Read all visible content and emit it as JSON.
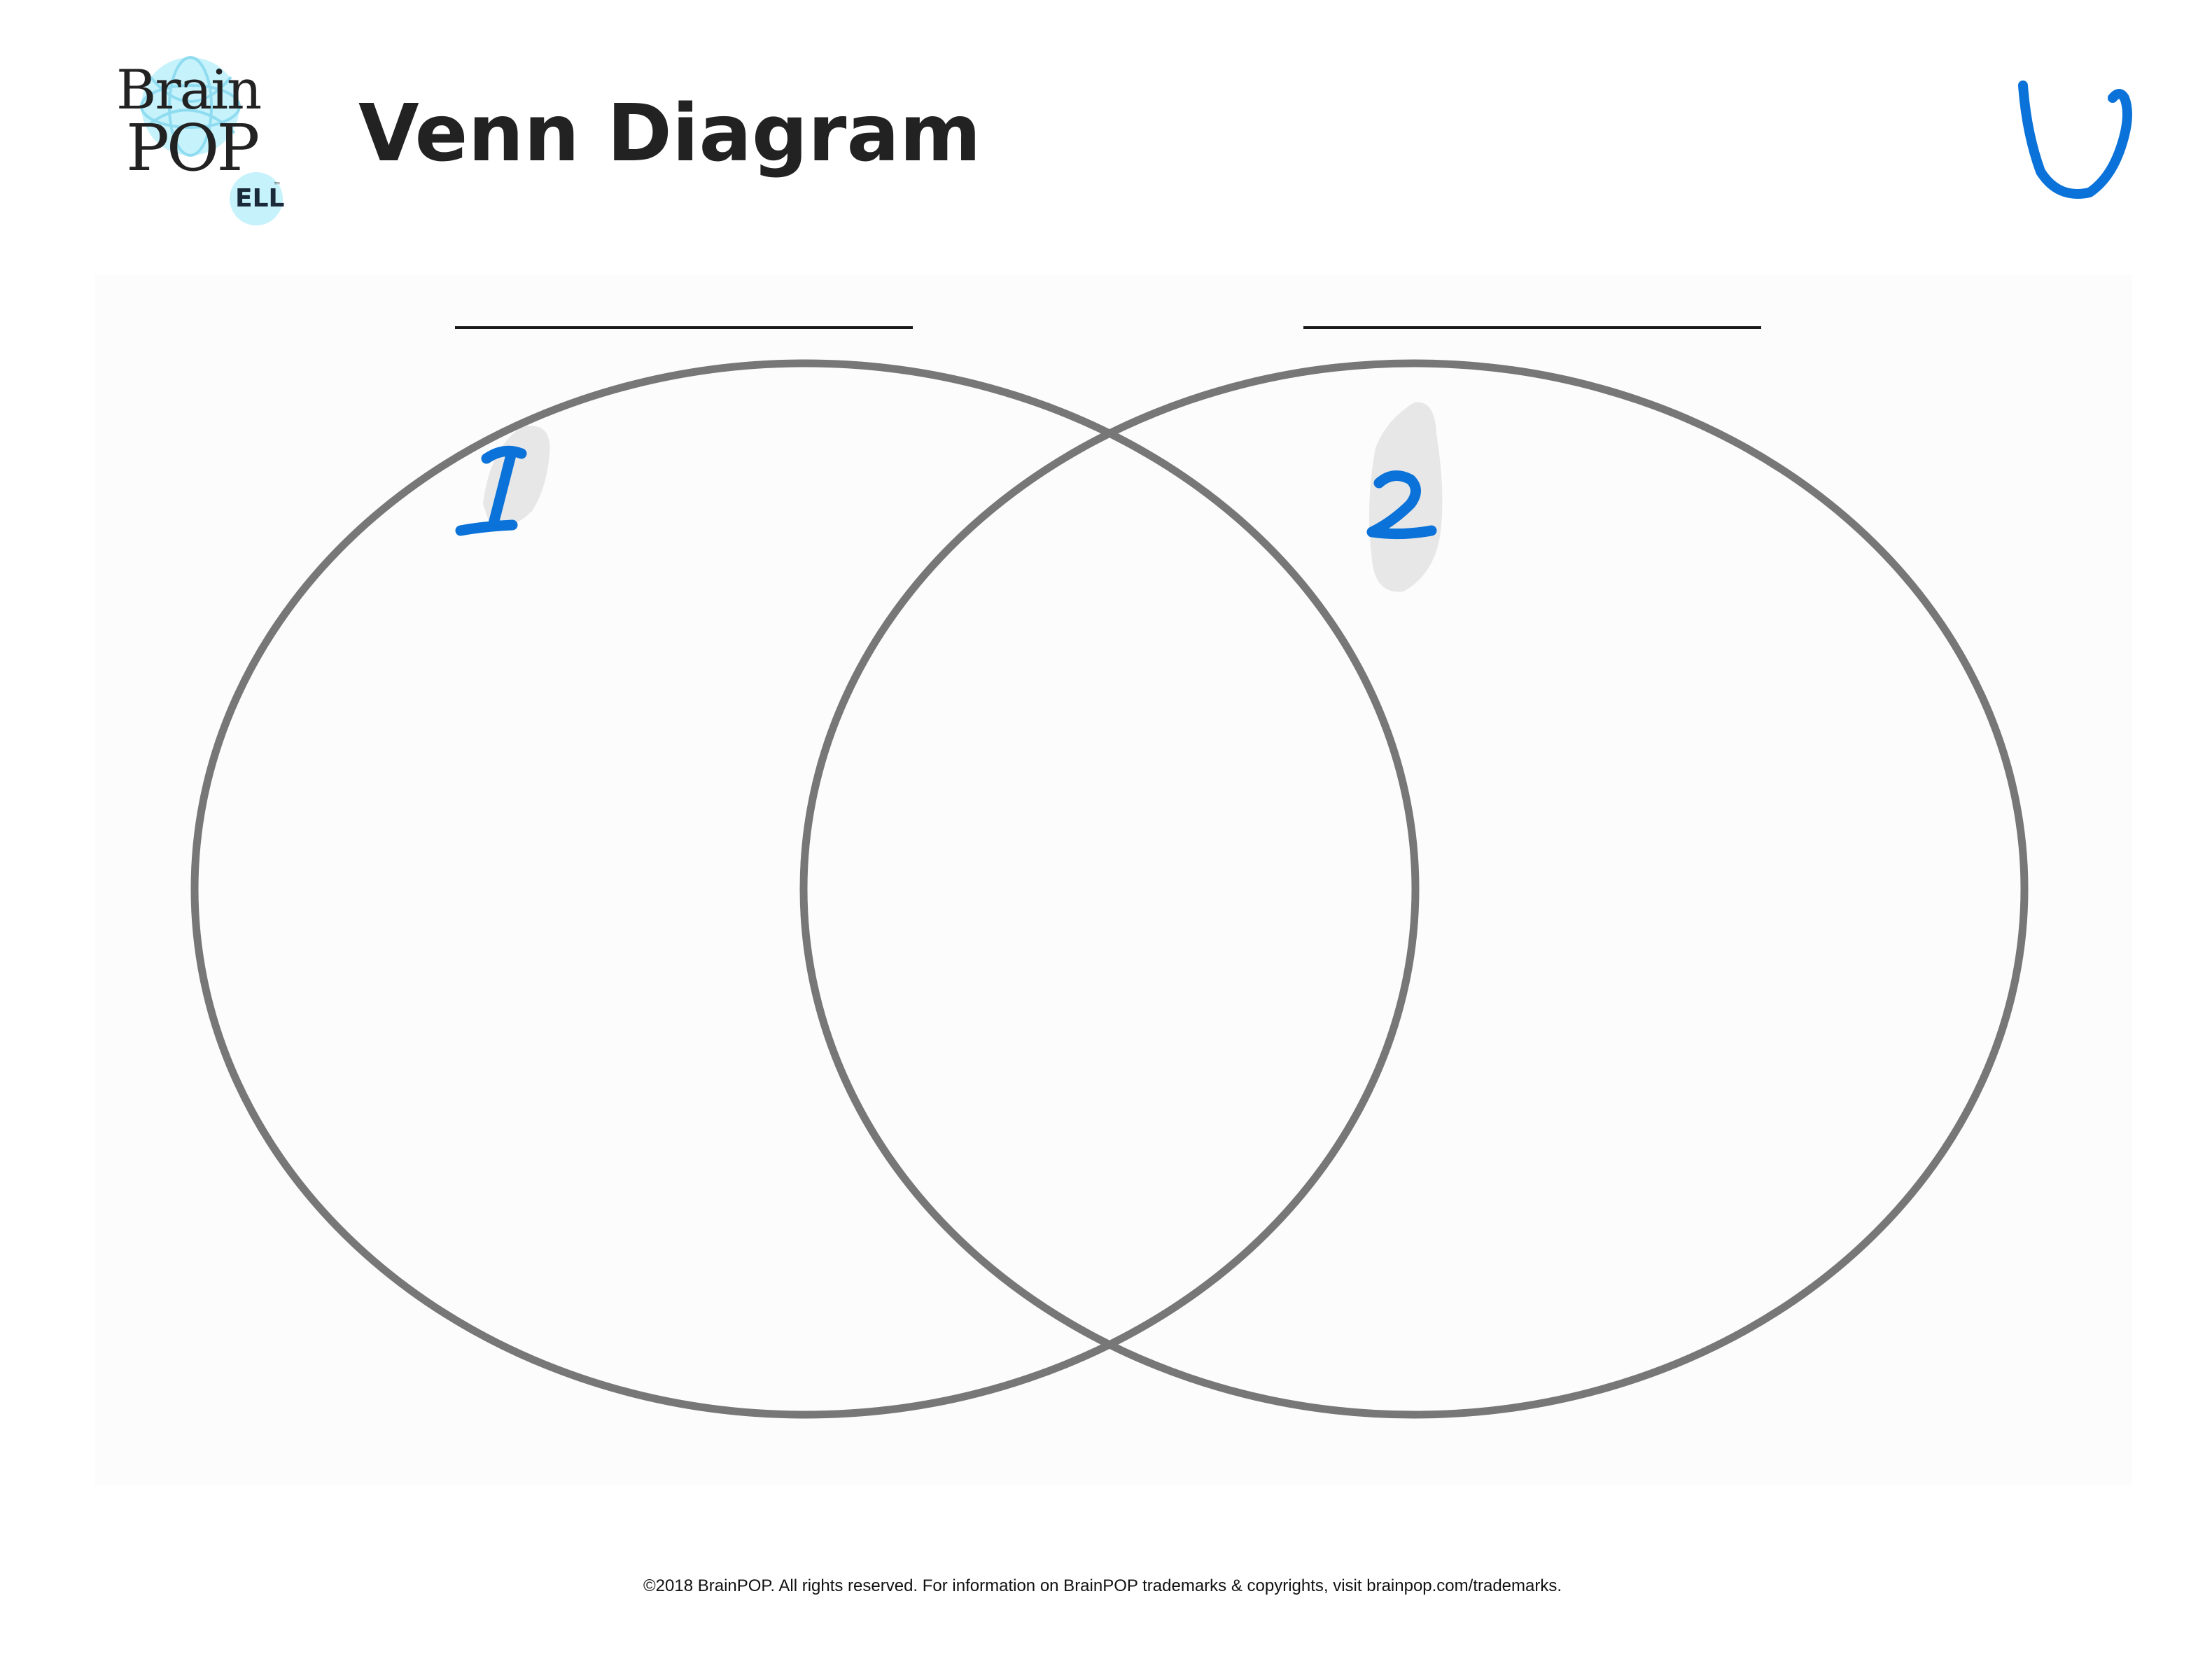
{
  "logo": {
    "brain": "Brain",
    "pop": "POP",
    "ell": "ELL",
    "tm": "™"
  },
  "title": "Venn Diagram",
  "diagram": {
    "left_circle_label": "1",
    "right_circle_label": "2",
    "corner_mark": "U",
    "left_heading": "",
    "right_heading": ""
  },
  "colors": {
    "circle_stroke": "#777777",
    "ink": "#0a72d8",
    "title": "#222222"
  },
  "footer": "©2018 BrainPOP. All rights reserved. For information on BrainPOP trademarks & copyrights, visit brainpop.com/trademarks."
}
